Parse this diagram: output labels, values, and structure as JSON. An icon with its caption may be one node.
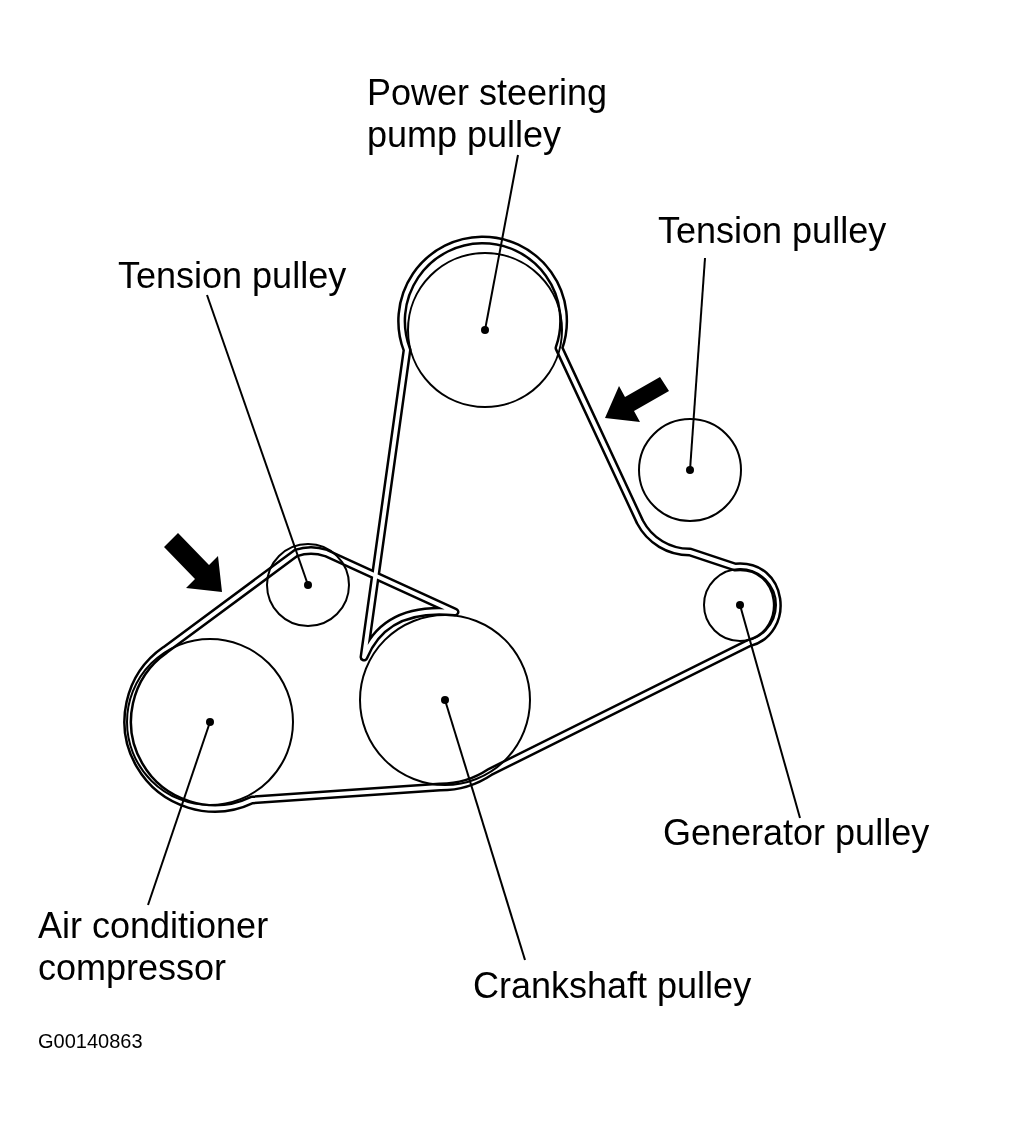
{
  "diagram": {
    "nodes": [
      {
        "text": [
          "Power steering pump pulley"
        ]
      },
      {
        "text": [],
        "shape": "circle"
      },
      {
        "text": [
          "Tension pulley"
        ]
      },
      {
        "text": [],
        "shape": "circle"
      },
      {
        "text": [
          "Tension pulley"
        ]
      },
      {
        "text": [],
        "shape": "circle"
      },
      {
        "text": [
          "Generator pulley"
        ]
      },
      {
        "text": [],
        "shape": "circle"
      },
      {
        "text": [
          "Air conditioner compressor"
        ]
      },
      {
        "text": [],
        "shape": "circle"
      },
      {
        "text": [
          "Crankshaft pulley"
        ]
      },
      {
        "text": [],
        "shape": "circle"
      }
    ],
    "edges": [
      {
        "from": 0,
        "to": 1,
        "arrow": "other"
      },
      {
        "from": 2,
        "to": 3,
        "arrow": "other"
      },
      {
        "from": 4,
        "to": 5,
        "arrow": "other"
      },
      {
        "from": 6,
        "to": 7,
        "arrow": "other"
      },
      {
        "from": 8,
        "to": 9,
        "arrow": "other"
      },
      {
        "from": 10,
        "to": 11,
        "arrow": "other"
      }
    ],
    "labels": [
      "G00140863"
    ]
  }
}
